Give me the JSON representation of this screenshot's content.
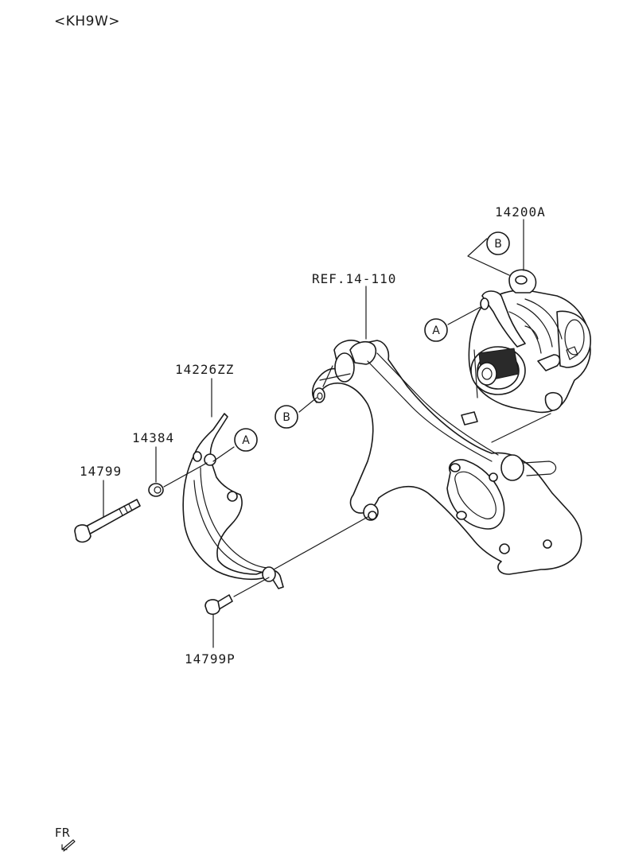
{
  "header": {
    "model_code": "<KH9W>"
  },
  "parts": {
    "alternator": "14200A",
    "bracket_ref": "REF.14-110",
    "brace": "14226ZZ",
    "nut": "14384",
    "bolt": "14799",
    "bolt_p": "14799P"
  },
  "connectors": {
    "a_upper": "A",
    "a_lower": "A",
    "b_upper": "B",
    "b_lower": "B"
  },
  "footer": {
    "direction_label": "FR"
  }
}
